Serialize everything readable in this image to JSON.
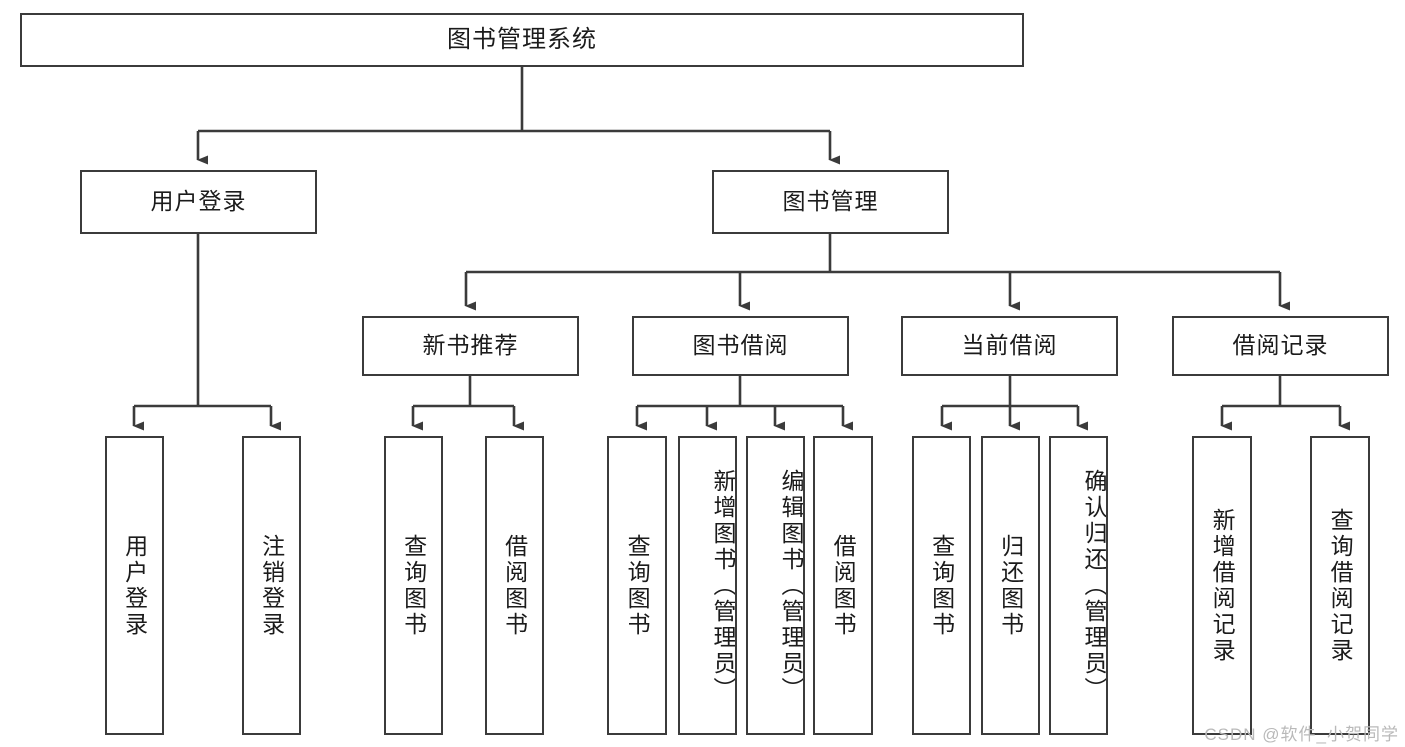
{
  "diagram": {
    "kind": "functional-structure-tree",
    "title": "图书管理系统",
    "watermark": "CSDN @软件_小贺同学",
    "colors": {
      "background": "#ffffff",
      "node_border": "#3b3b3b",
      "node_fill": "#ffffff",
      "edge": "#3b3b3b",
      "text": "#1b1b1b",
      "watermark": "#b9b9b9"
    }
  },
  "nodes": {
    "root": {
      "label": "图书管理系统"
    },
    "level2": [
      {
        "id": "user-login",
        "label": "用户登录"
      },
      {
        "id": "book-management",
        "label": "图书管理"
      }
    ],
    "level3": [
      {
        "id": "new-book-recommend",
        "label": "新书推荐"
      },
      {
        "id": "book-borrow",
        "label": "图书借阅"
      },
      {
        "id": "current-borrow",
        "label": "当前借阅"
      },
      {
        "id": "borrow-record",
        "label": "借阅记录"
      }
    ],
    "leaves": [
      {
        "id": "leaf-user-login",
        "label": "用户登录",
        "parent": "user-login"
      },
      {
        "id": "leaf-logout",
        "label": "注销登录",
        "parent": "user-login"
      },
      {
        "id": "leaf-query-book-1",
        "label": "查询图书",
        "parent": "new-book-recommend"
      },
      {
        "id": "leaf-borrow-book-1",
        "label": "借阅图书",
        "parent": "new-book-recommend"
      },
      {
        "id": "leaf-query-book-2",
        "label": "查询图书",
        "parent": "book-borrow"
      },
      {
        "id": "leaf-add-book",
        "label": "新增图书（管理员）",
        "parent": "book-borrow"
      },
      {
        "id": "leaf-edit-book",
        "label": "编辑图书（管理员）",
        "parent": "book-borrow"
      },
      {
        "id": "leaf-borrow-book-2",
        "label": "借阅图书",
        "parent": "book-borrow"
      },
      {
        "id": "leaf-query-book-3",
        "label": "查询图书",
        "parent": "current-borrow"
      },
      {
        "id": "leaf-return-book",
        "label": "归还图书",
        "parent": "current-borrow"
      },
      {
        "id": "leaf-confirm-return",
        "label": "确认归还（管理员）",
        "parent": "current-borrow"
      },
      {
        "id": "leaf-add-record",
        "label": "新增借阅记录",
        "parent": "borrow-record"
      },
      {
        "id": "leaf-query-record",
        "label": "查询借阅记录",
        "parent": "borrow-record"
      }
    ]
  }
}
